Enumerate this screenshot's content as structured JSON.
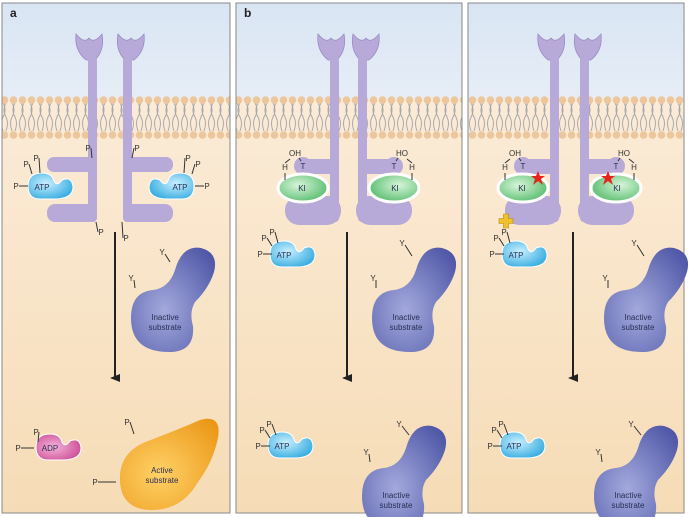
{
  "figure": {
    "panels": [
      {
        "label": "a"
      },
      {
        "label": "b"
      },
      {
        "label": ""
      }
    ],
    "labels": {
      "phosphate": "P",
      "atp": "ATP",
      "adp": "ADP",
      "tyrosine": "Y",
      "hydroxyl_left": "OH",
      "hydroxyl_right": "HO",
      "hydrogen": "H",
      "threonine": "T",
      "kinase_inhibitor": "KI",
      "inactive_1": "Inactive",
      "inactive_2": "substrate",
      "active_1": "Active",
      "active_2": "substrate"
    },
    "colors": {
      "receptor": "#b7a9d8",
      "atp": "#5ec4ec",
      "inhibitor": "#8ed69a",
      "inactive_substrate": "#6a72ba",
      "active_substrate": "#f2a42a",
      "adp": "#da6aab",
      "mutation_star": "#e8231c",
      "cross": "#f1c12a"
    }
  }
}
